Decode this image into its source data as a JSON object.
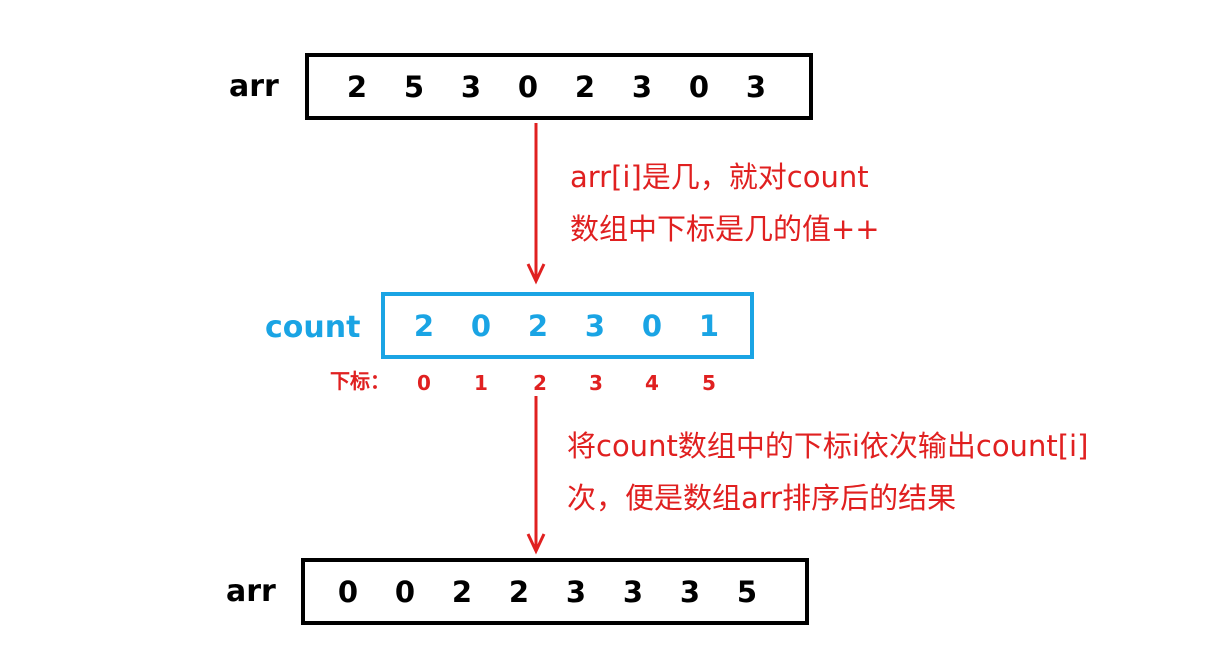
{
  "colors": {
    "black": "#000000",
    "blue": "#1aa4e4",
    "red": "#e02020"
  },
  "input_array": {
    "label": "arr",
    "values": [
      "2",
      "5",
      "3",
      "0",
      "2",
      "3",
      "0",
      "3"
    ]
  },
  "count_array": {
    "label": "count",
    "values": [
      "2",
      "0",
      "2",
      "3",
      "0",
      "1"
    ],
    "index_label": "下标：",
    "indices": [
      "0",
      "1",
      "2",
      "3",
      "4",
      "5"
    ]
  },
  "step1_note": {
    "line1": "arr[i]是几，就对count",
    "line2": "数组中下标是几的值++"
  },
  "step2_note": {
    "line1": "将count数组中的下标i依次输出count[i]",
    "line2": "次，便是数组arr排序后的结果"
  },
  "output_array": {
    "label": "arr",
    "values": [
      "0",
      "0",
      "2",
      "2",
      "3",
      "3",
      "3",
      "5"
    ]
  }
}
